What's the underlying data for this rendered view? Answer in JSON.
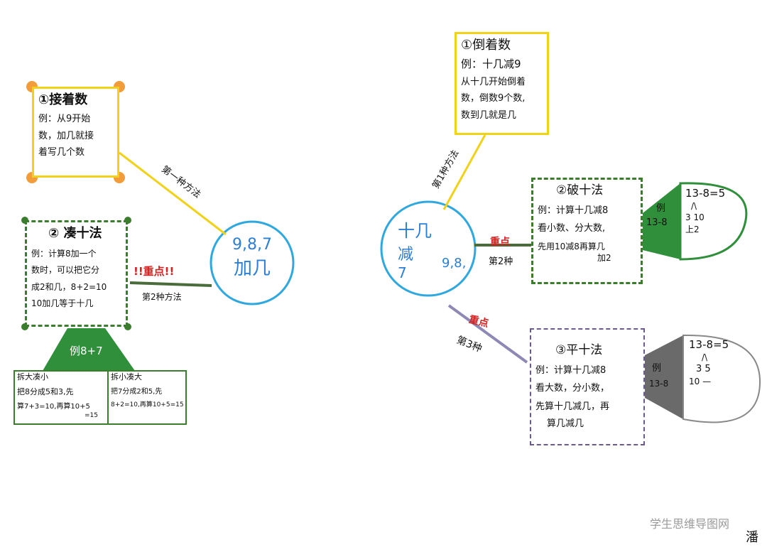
{
  "left_center": {
    "line1": "9,8,7",
    "line2": "加几"
  },
  "right_center": {
    "line1": "十几",
    "line2": "减",
    "line3": "9,8,",
    "line4": "7"
  },
  "left_method1": {
    "title": "①接着数",
    "body": [
      "例：从9开始",
      "数，加几就接",
      "着写几个数"
    ],
    "connector": "第一种方法"
  },
  "left_method2": {
    "title": "② 凑十法",
    "body": [
      "例：计算8加一个",
      "数时，可以把它分",
      "成2和几，8+2=10",
      "10加几等于十几"
    ],
    "emphasis": "!!重点!!",
    "connector": "第2种方法",
    "example_label": "例8+7",
    "table": [
      [
        "拆大凑小",
        "把8分成5和3,先",
        "算7+3=10,再算10+5",
        "=15"
      ],
      [
        "拆小凑大",
        "把7分成2和5,先",
        "8+2=10,再算10+5=15"
      ]
    ]
  },
  "right_method1": {
    "title": "①倒着数",
    "body": [
      "例：十几减9",
      "从十几开始倒着",
      "数，倒数9个数,",
      "数到几就是几"
    ],
    "connector": "第1种方法"
  },
  "right_method2": {
    "title": "②破十法",
    "body": [
      "例：计算十几减8",
      "看小数、分大数,",
      "先用10减8再算几",
      "加2"
    ],
    "emphasis": "重点",
    "connector": "第2种",
    "example_label": "例",
    "example_expr": "13-8",
    "calc": [
      "13-8=5",
      "/\\",
      "3 10",
      "上2"
    ]
  },
  "right_method3": {
    "title": "③平十法",
    "body": [
      "例：计算十几减8",
      "看大数，分小数，",
      "先算十几减几，再",
      "算几减几"
    ],
    "emphasis": "重点",
    "connector": "第3种",
    "example_label": "例",
    "example_expr": "13-8",
    "calc": [
      "13-8=5",
      "/\\",
      "3 5",
      "10 —"
    ]
  },
  "footer": {
    "watermark": "学生思维导图网",
    "signature": "潘"
  },
  "colors": {
    "blue_circle": "#2fa7df",
    "yellow": "#f0d21a",
    "green": "#3a7d2c",
    "red": "#d42121",
    "purple": "#6b5a8e"
  }
}
